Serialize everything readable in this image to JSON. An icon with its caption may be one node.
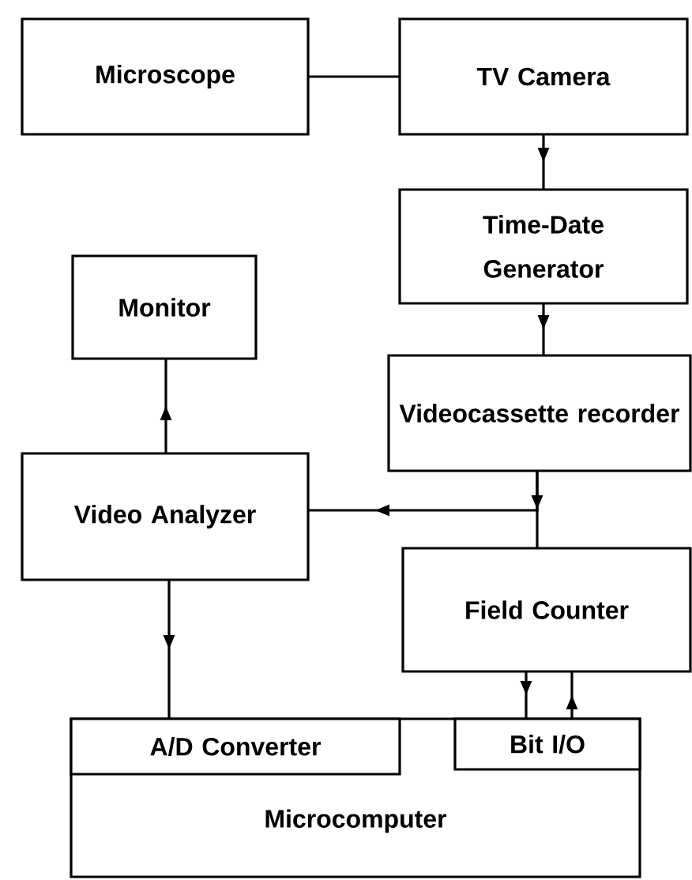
{
  "diagram": {
    "nodes": [
      {
        "text": [
          "Microscope"
        ]
      },
      {
        "text": [
          "TV Camera"
        ]
      },
      {
        "text": [
          "Time-Date Generator"
        ]
      },
      {
        "text": [
          "Monitor"
        ]
      },
      {
        "text": [
          "Videocassette recorder"
        ]
      },
      {
        "text": [
          "Video Analyzer"
        ]
      },
      {
        "text": [
          "Field Counter"
        ]
      },
      {
        "text": [
          "Microcomputer"
        ]
      },
      {
        "text": [
          "A/D Converter"
        ],
        "in": 7
      },
      {
        "text": [
          "Bit I/O"
        ],
        "in": 7
      }
    ],
    "edges": [
      {
        "from": 0,
        "to": 1,
        "arrow": "none"
      },
      {
        "from": 1,
        "to": 2,
        "arrow": "to"
      },
      {
        "from": 2,
        "to": 4,
        "arrow": "to"
      },
      {
        "from": 4,
        "to": 5,
        "arrow": "to"
      },
      {
        "from": 4,
        "to": 6,
        "arrow": "to"
      },
      {
        "from": 5,
        "to": 3,
        "arrow": "to"
      },
      {
        "from": 5,
        "to": 8,
        "arrow": "to"
      },
      {
        "from": 6,
        "to": 9,
        "arrow": "to"
      },
      {
        "from": 9,
        "to": 6,
        "arrow": "to"
      }
    ]
  }
}
